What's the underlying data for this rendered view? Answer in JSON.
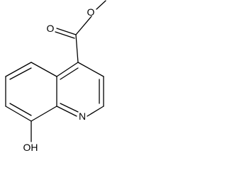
{
  "molecule": {
    "atoms": {
      "ester_carbonyl_O": "O",
      "ester_ether_O": "O",
      "ring_N": "N",
      "hydroxyl": "OH"
    },
    "colors": {
      "bond": "#000000",
      "label": "#000000",
      "background": "#ffffff"
    }
  }
}
